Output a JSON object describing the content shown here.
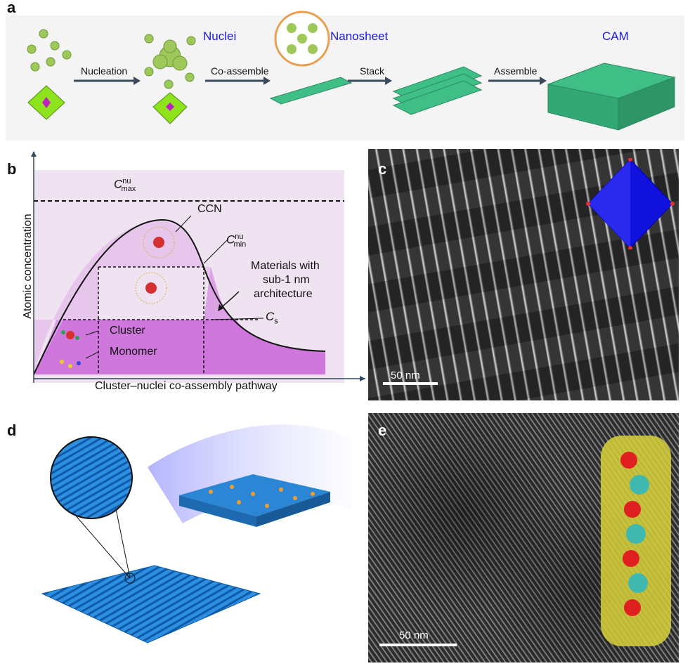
{
  "panels": {
    "a": "a",
    "b": "b",
    "c": "c",
    "d": "d",
    "e": "e"
  },
  "panel_a": {
    "steps": [
      "Nucleation",
      "Co-assemble",
      "Stack",
      "Assemble"
    ],
    "labels": {
      "nuclei": "Nuclei",
      "nanosheet": "Nanosheet",
      "cam": "CAM"
    },
    "label_color": "#1a1adb",
    "sheet_color": "#3fbf86"
  },
  "panel_b": {
    "ylabel": "Atomic concentration",
    "xlabel": "Cluster–nuclei co-assembly pathway",
    "cmax": {
      "base": "C",
      "sup": "nu",
      "sub": "max"
    },
    "cmin": {
      "base": "C",
      "sup": "nu",
      "sub": "min"
    },
    "cs": {
      "base": "C",
      "sub": "s"
    },
    "ccn": "CCN",
    "materials": [
      "Materials with",
      "sub-1 nm",
      "architecture"
    ],
    "cluster": "Cluster",
    "monomer": "Monomer",
    "colors": {
      "bg": "#efe3f1",
      "light": "#e7c6ec",
      "mid": "#dca2e6",
      "dark": "#cf77dd"
    }
  },
  "panel_c": {
    "scale": "50 nm"
  },
  "panel_e": {
    "scale": "50 nm"
  }
}
